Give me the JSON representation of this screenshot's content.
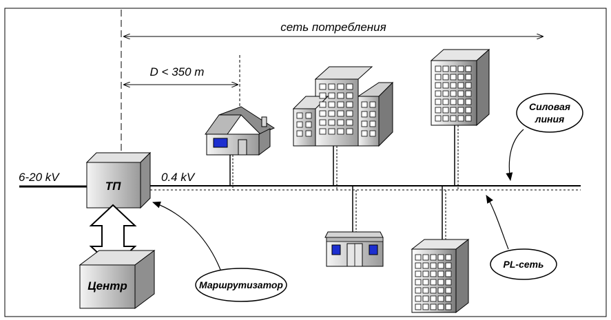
{
  "labels": {
    "network": "сеть потребления",
    "distance": "D < 350 m",
    "mv": "6-20 kV",
    "tp": "ТП",
    "lv": "0.4 kV",
    "center": "Центр",
    "router": "Маршрутизатор",
    "power_line_1": "Силовая",
    "power_line_2": "линия",
    "pl_net": "PL-сеть"
  },
  "colors": {
    "line": "#000000",
    "box_top": "#e8e8e8",
    "box_side": "#8a8a8a",
    "window_blue": "#1d2fd0"
  },
  "icons": [
    "house-icon",
    "office-complex-icon",
    "tower-icon",
    "shop-icon",
    "apartment-icon"
  ]
}
